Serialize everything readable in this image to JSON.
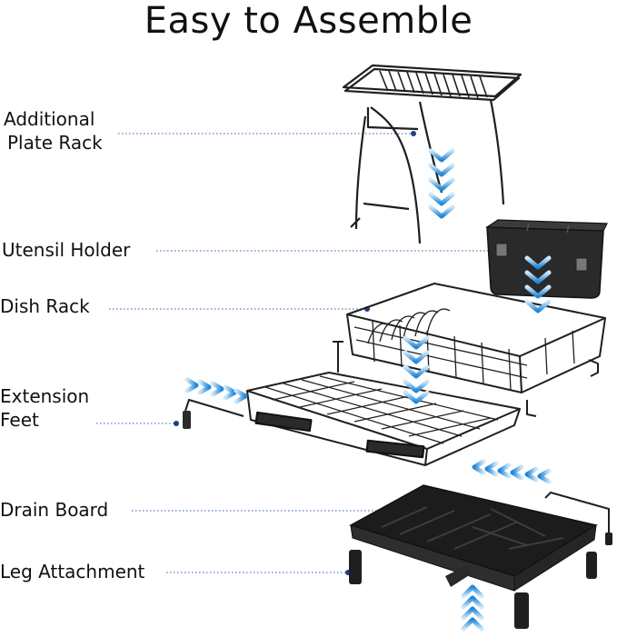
{
  "title": "Easy to Assemble",
  "labels": {
    "plate_rack": [
      "Additional",
      "Plate Rack"
    ],
    "utensil_holder": "Utensil Holder",
    "dish_rack": "Dish Rack",
    "extension_feet": [
      "Extension",
      "Feet"
    ],
    "drain_board": "Drain Board",
    "leg_attachment": "Leg Attachment"
  },
  "colors": {
    "text": "#111111",
    "product": "#1f1f1f",
    "leader": "#2b5fad",
    "arrow": "#2a8fd8"
  },
  "icons": [
    "down-arrow-chevrons",
    "right-arrow-chevrons",
    "left-arrow-chevrons",
    "up-arrow-chevrons"
  ]
}
